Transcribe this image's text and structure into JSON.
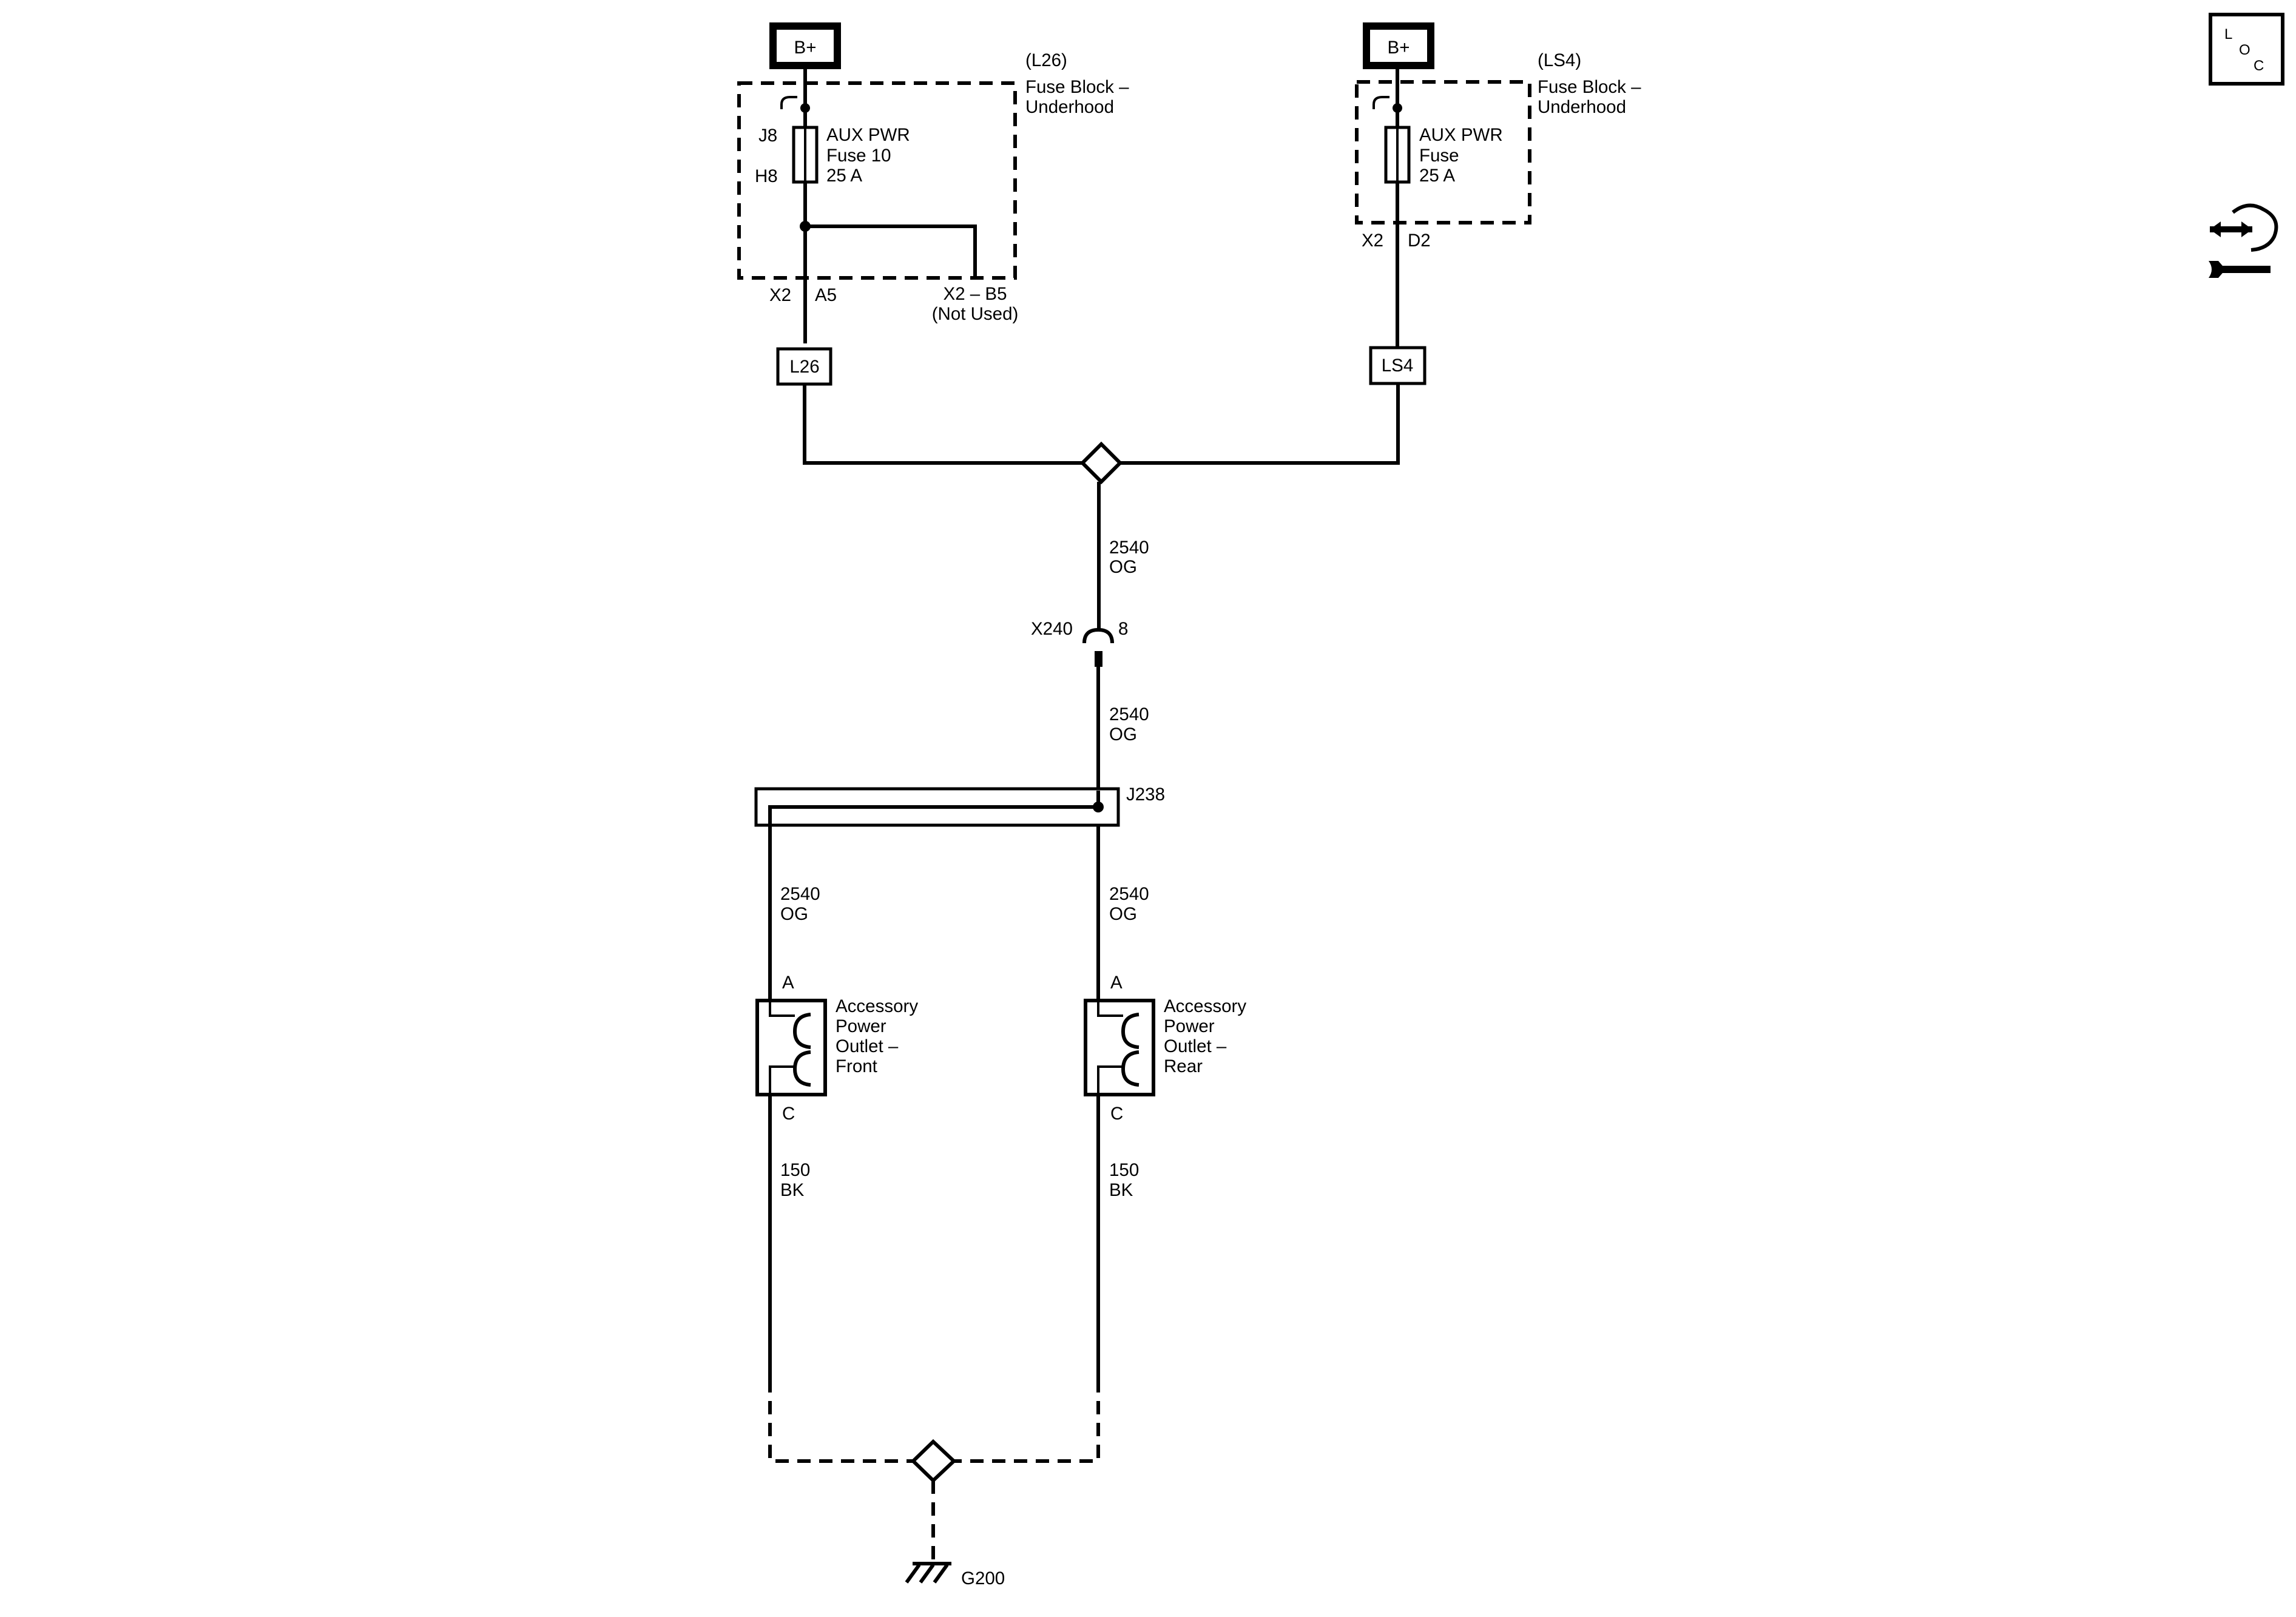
{
  "battery": {
    "left": "B+",
    "right": "B+"
  },
  "fuse_left": {
    "option": "(L26)",
    "block_line1": "Fuse Block –",
    "block_line2": "Underhood",
    "pin_top": "J8",
    "pin_bottom": "H8",
    "name_line1": "AUX PWR",
    "name_line2": "Fuse 10",
    "name_line3": "25 A",
    "out_connector": "X2",
    "out_pin": "A5",
    "unused_line1": "X2 – B5",
    "unused_line2": "(Not Used)"
  },
  "fuse_right": {
    "option": "(LS4)",
    "block_line1": "Fuse Block –",
    "block_line2": "Underhood",
    "name_line1": "AUX PWR",
    "name_line2": "Fuse",
    "name_line3": "25 A",
    "out_connector": "X2",
    "out_pin": "D2"
  },
  "option_labels": {
    "left": "L26",
    "right": "LS4"
  },
  "wires": {
    "main_upper_circuit": "2540",
    "main_upper_color": "OG",
    "main_lower_circuit": "2540",
    "main_lower_color": "OG",
    "front_feed_circuit": "2540",
    "front_feed_color": "OG",
    "rear_feed_circuit": "2540",
    "rear_feed_color": "OG",
    "front_ground_circuit": "150",
    "front_ground_color": "BK",
    "rear_ground_circuit": "150",
    "rear_ground_color": "BK"
  },
  "inline_connector": {
    "name": "X240",
    "pin": "8"
  },
  "splice": {
    "name": "J238"
  },
  "outlet_front": {
    "pin_a": "A",
    "pin_c": "C",
    "line1": "Accessory",
    "line2": "Power",
    "line3": "Outlet –",
    "line4": "Front"
  },
  "outlet_rear": {
    "pin_a": "A",
    "pin_c": "C",
    "line1": "Accessory",
    "line2": "Power",
    "line3": "Outlet –",
    "line4": "Rear"
  },
  "ground": {
    "name": "G200"
  },
  "side_icons": {
    "loc_letter_1": "L",
    "loc_letter_2": "O",
    "loc_letter_3": "C",
    "loc_icon": "location-icon",
    "connector_icon": "connector-repair-icon"
  }
}
